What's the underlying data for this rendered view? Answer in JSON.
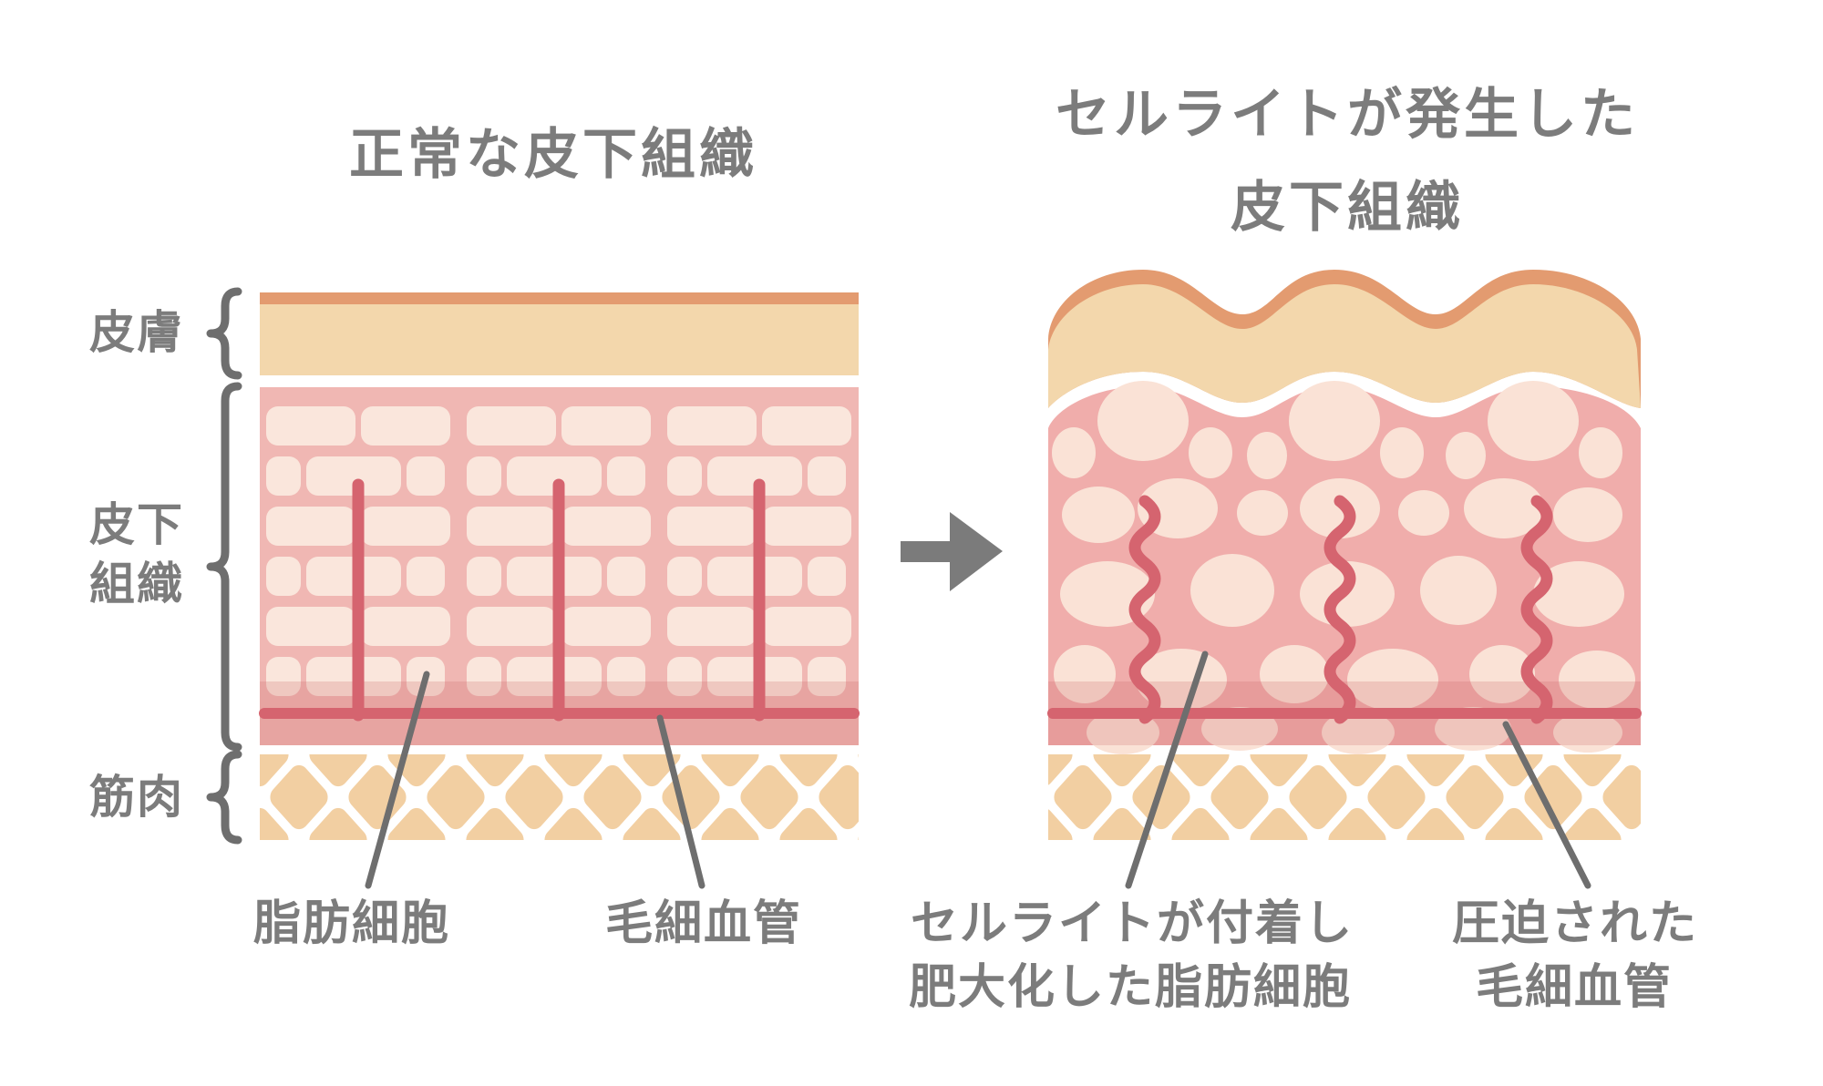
{
  "titles": {
    "left": "正常な皮下組織",
    "right_line1": "セルライトが発生した",
    "right_line2": "皮下組織"
  },
  "layer_labels": {
    "skin": "皮膚",
    "subcutaneous_line1": "皮下",
    "subcutaneous_line2": "組織",
    "muscle": "筋肉"
  },
  "callouts": {
    "fat_cell": "脂肪細胞",
    "capillary": "毛細血管",
    "cellulite_line1": "セルライトが付着し",
    "cellulite_line2": "肥大化した脂肪細胞",
    "compressed_line1": "圧迫された",
    "compressed_line2": "毛細血管"
  },
  "colors": {
    "text_gray": "#7c7c7c",
    "line_gray": "#6e6e6e",
    "arrow_gray": "#7b7b7b",
    "skin_dark": "#e39b70",
    "skin_tan": "#f3d7ac",
    "pink_left": "#f0b7b3",
    "pink_right": "#f0adab",
    "cell_cream": "#fae6dc",
    "blob_cream": "#fae2d6",
    "vessel_red": "#d5646f",
    "muscle_beige": "#f2cfa2",
    "overlay_band": "rgba(205,105,105,0.24)"
  }
}
